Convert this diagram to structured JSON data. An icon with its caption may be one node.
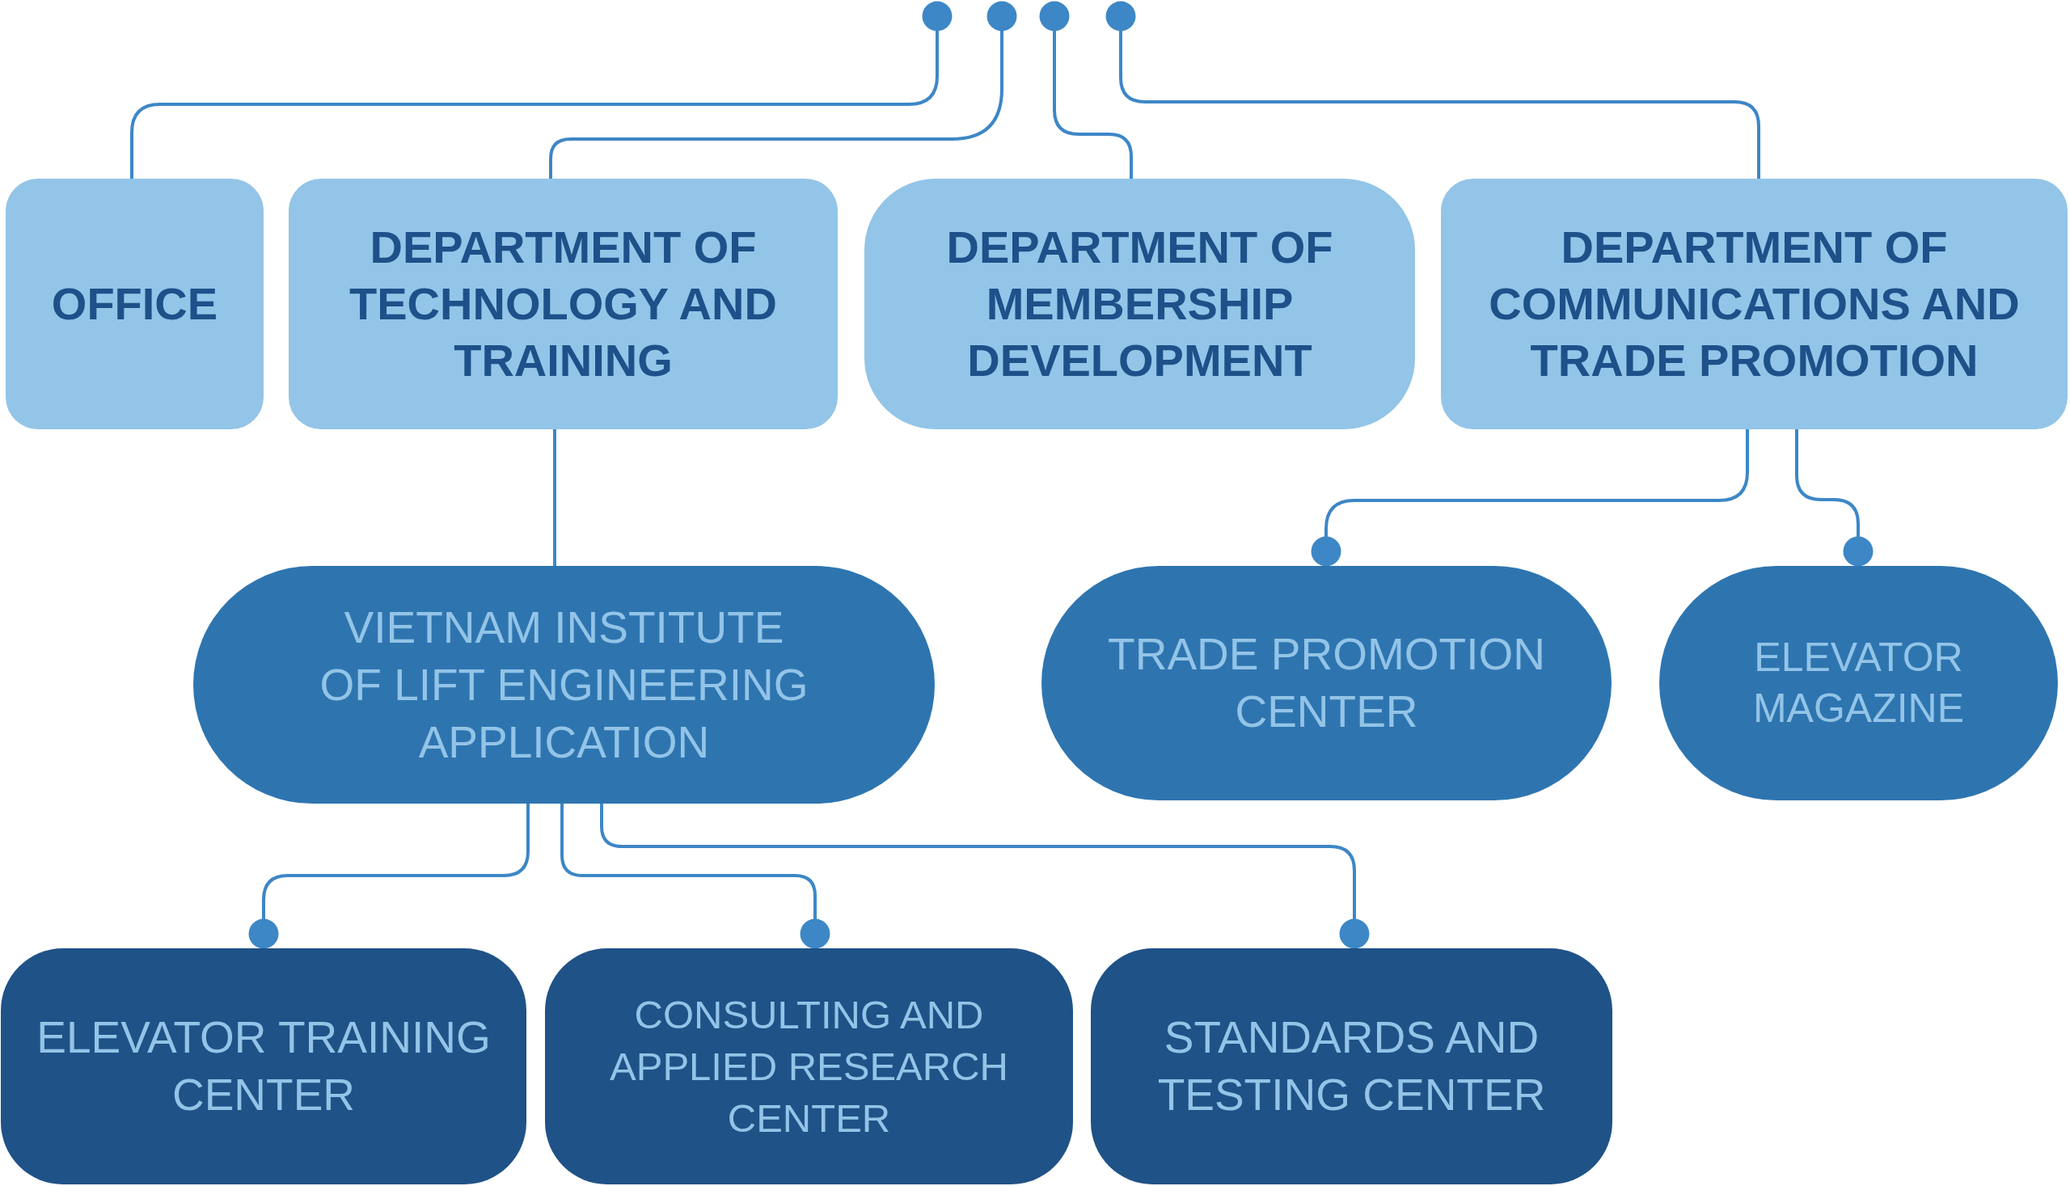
{
  "diagram": {
    "nodes": [
      {
        "text": [
          "OFFICE"
        ]
      },
      {
        "text": [
          "DEPARTMENT OF TECHNOLOGY AND TRAINING"
        ]
      },
      {
        "text": [
          "DEPARTMENT OF MEMBERSHIP DEVELOPMENT"
        ]
      },
      {
        "text": [
          "DEPARTMENT OF COMMUNICATIONS AND TRADE PROMOTION"
        ]
      },
      {
        "text": [
          "VIETNAM INSTITUTE OF LIFT ENGINEERING APPLICATION"
        ]
      },
      {
        "text": [
          "TRADE PROMOTION CENTER"
        ]
      },
      {
        "text": [
          "ELEVATOR MAGAZINE"
        ]
      },
      {
        "text": [
          "ELEVATOR TRAINING CENTER"
        ]
      },
      {
        "text": [
          "CONSULTING AND APPLIED RESEARCH CENTER"
        ]
      },
      {
        "text": [
          "STANDARDS AND TESTING CENTER"
        ]
      }
    ],
    "edges": [
      {
        "from": 0,
        "to": null,
        "arrow": "other"
      },
      {
        "from": 1,
        "to": null,
        "arrow": "other"
      },
      {
        "from": 2,
        "to": null,
        "arrow": "other"
      },
      {
        "from": 3,
        "to": null,
        "arrow": "other"
      },
      {
        "from": 1,
        "to": 4,
        "arrow": "none"
      },
      {
        "from": 3,
        "to": 5,
        "arrow": "other"
      },
      {
        "from": 3,
        "to": 6,
        "arrow": "other"
      },
      {
        "from": 4,
        "to": 7,
        "arrow": "other"
      },
      {
        "from": 4,
        "to": 8,
        "arrow": "other"
      },
      {
        "from": 4,
        "to": 9,
        "arrow": "other"
      }
    ]
  }
}
